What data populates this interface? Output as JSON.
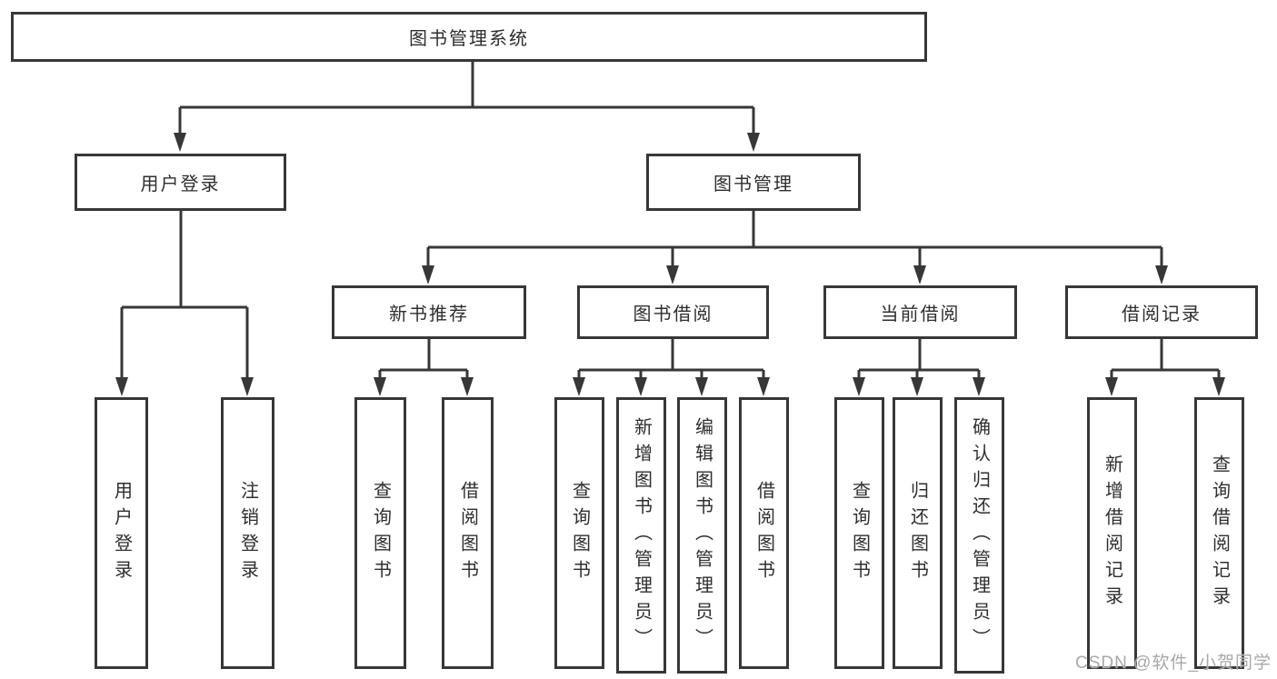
{
  "tree": {
    "label": "图书管理系统",
    "children": [
      {
        "label": "用户登录",
        "children": [
          {
            "label": "用户登录"
          },
          {
            "label": "注销登录"
          }
        ]
      },
      {
        "label": "图书管理",
        "children": [
          {
            "label": "新书推荐",
            "children": [
              {
                "label": "查询图书"
              },
              {
                "label": "借阅图书"
              }
            ]
          },
          {
            "label": "图书借阅",
            "children": [
              {
                "label": "查询图书"
              },
              {
                "label": "新增图书（管理员）"
              },
              {
                "label": "编辑图书（管理员）"
              },
              {
                "label": "借阅图书"
              }
            ]
          },
          {
            "label": "当前借阅",
            "children": [
              {
                "label": "查询图书"
              },
              {
                "label": "归还图书"
              },
              {
                "label": "确认归还（管理员）"
              }
            ]
          },
          {
            "label": "借阅记录",
            "children": [
              {
                "label": "新增借阅记录"
              },
              {
                "label": "查询借阅记录"
              }
            ]
          }
        ]
      }
    ]
  },
  "watermark": {
    "text": "CSDN @软件_小贺同学"
  },
  "colors": {
    "line": "#373737",
    "box_border": "#373737",
    "text": "#2e2e2e",
    "watermark": "#a8a8a8",
    "background": "#ffffff"
  }
}
